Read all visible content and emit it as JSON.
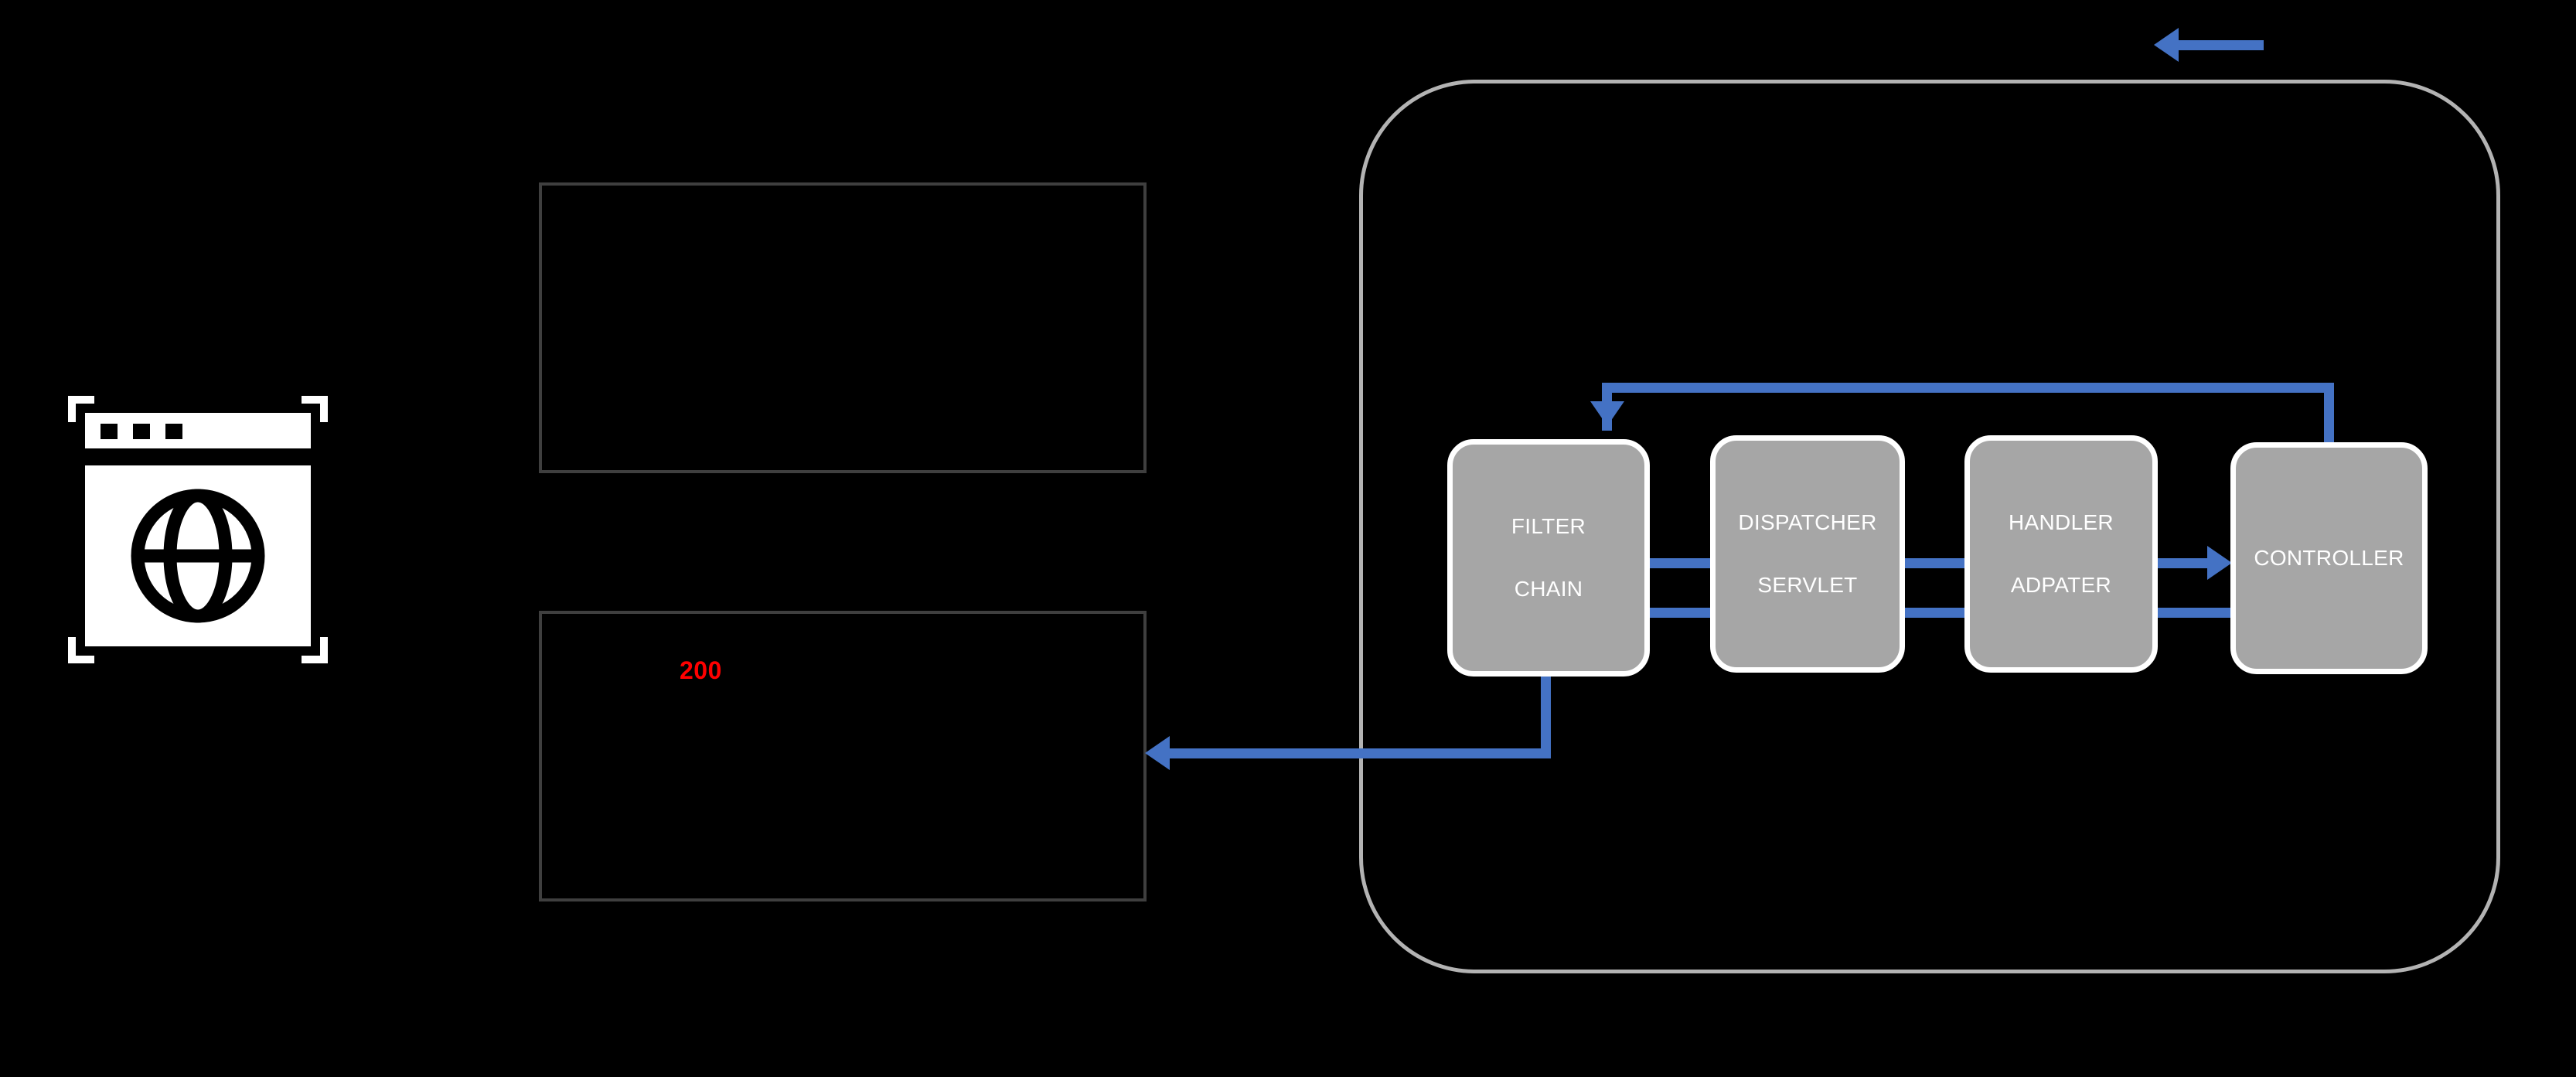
{
  "diagram": {
    "background_color": "#000000",
    "accent_color": "#4472C4",
    "box_fill_color": "#a6a6a6",
    "box_border_color": "#ffffff",
    "container_border_color": "#b3b3b3",
    "status_color": "#FF0000"
  },
  "client": {
    "icon": "browser-globe-icon"
  },
  "request_panel": {
    "label": ""
  },
  "response_panel": {
    "status_code": "200"
  },
  "server": {
    "components": [
      {
        "id": "filter-chain",
        "label_line1": "FILTER",
        "label_line2": "CHAIN"
      },
      {
        "id": "dispatcher-servlet",
        "label_line1": "DISPATCHER",
        "label_line2": "SERVLET"
      },
      {
        "id": "handler-adapter",
        "label_line1": "HANDLER",
        "label_line2": "ADPATER"
      },
      {
        "id": "controller",
        "label_line1": "CONTROLLER",
        "label_line2": ""
      }
    ]
  },
  "connectors": {
    "legend_arrow": "left-arrow",
    "return_loop": "controller-to-filter-chain",
    "response_arrow": "filter-chain-to-response"
  }
}
